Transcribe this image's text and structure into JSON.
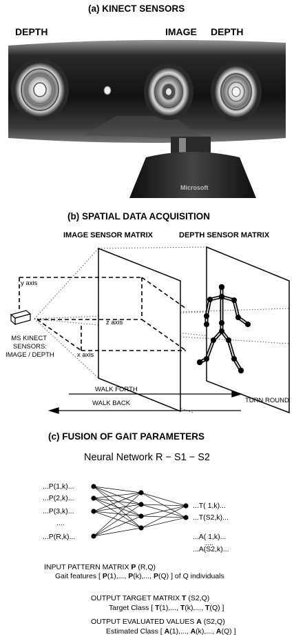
{
  "section_a": {
    "title": "(a)  KINECT SENSORS",
    "label_depth_left": "DEPTH",
    "label_image": "IMAGE",
    "label_depth_right": "DEPTH",
    "device_logo": "Microsoft"
  },
  "section_b": {
    "title": "(b)  SPATIAL DATA ACQUISITION",
    "image_matrix_label": "IMAGE SENSOR MATRIX",
    "depth_matrix_label": "DEPTH SENSOR MATRIX",
    "y_axis": "y axis",
    "z_axis": "z axis",
    "x_axis": "x axis",
    "sensor_lines": [
      "MS KINECT",
      "SENSORS:",
      "IMAGE / DEPTH"
    ],
    "walk_forth": "WALK FORTH",
    "walk_back": "WALK BACK",
    "turn_round": "TURN ROUND"
  },
  "section_c": {
    "title": "(c)  FUSION OF GAIT PARAMETERS",
    "network_title": "Neural Network R − S1 − S2",
    "inputs": [
      "...P(1,k)...",
      "...P(2,k)...",
      "...P(3,k)...",
      "....",
      "...P(R,k)..."
    ],
    "outputs": [
      "...T( 1,k)...",
      "...T(S2,k)...",
      "...A( 1,k)...",
      "....",
      "...A(S2,k)..."
    ],
    "input_matrix": {
      "prefix": "INPUT PATTERN MATRIX ",
      "symbol": "P",
      "suffix": " (R,Q)"
    },
    "gait_features": {
      "prefix": "Gait features [ ",
      "a": "P",
      "b": "(1),..., ",
      "c": "P",
      "d": "(k),..., ",
      "e": "P",
      "f": "(Q) ]  of Q individuals"
    },
    "output_target": {
      "prefix": "OUTPUT TARGET MATRIX ",
      "symbol": "T",
      "suffix": " (S2,Q)"
    },
    "target_class": {
      "prefix": "Target Class [ ",
      "a": "T",
      "b": "(1),..., ",
      "c": "T",
      "d": "(k),..., ",
      "e": "T",
      "f": "(Q) ]"
    },
    "output_evaluated": {
      "prefix": "OUTPUT EVALUATED VALUES ",
      "symbol": "A",
      "suffix": " (S2,Q)"
    },
    "estimated_class": {
      "prefix": "Estimated Class [ ",
      "a": "A",
      "b": "(1),..., ",
      "c": "A",
      "d": "(k),..., ",
      "e": "A",
      "f": "(Q) ]"
    }
  },
  "colors": {
    "photo_dark": "#1c1c1c",
    "photo_mid": "#6a6a6a",
    "photo_light": "#d9d9d9"
  }
}
